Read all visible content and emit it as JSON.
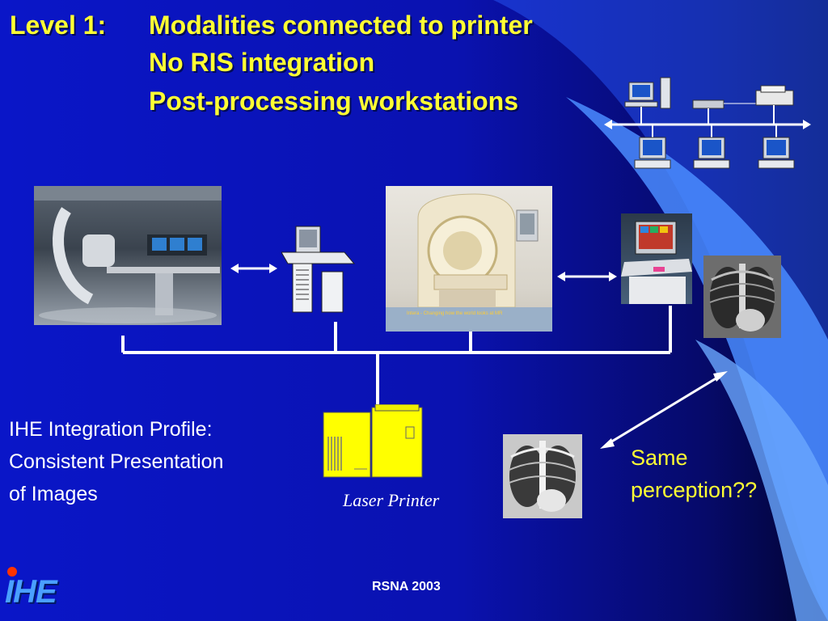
{
  "title": {
    "prefix": "Level 1:",
    "lines": [
      "Modalities connected to printer",
      "No RIS integration",
      "Post-processing workstations"
    ]
  },
  "profile_text": [
    "IHE Integration Profile:",
    "Consistent Presentation",
    "of Images"
  ],
  "printer_caption": "Laser Printer",
  "perception_text": [
    "Same",
    "perception??"
  ],
  "footer": "RSNA 2003",
  "mr_caption": "Intera - Changing how the world looks at MR",
  "logo": {
    "text": "IHE"
  },
  "colors": {
    "title": "#ffff33",
    "body": "#ffffff",
    "connector": "#ffffff",
    "printer": "#ffff00"
  },
  "icons": [
    "network-diagram-icon",
    "workstation-icon",
    "laser-printer-icon",
    "double-arrow-icon",
    "ihe-logo-icon"
  ]
}
